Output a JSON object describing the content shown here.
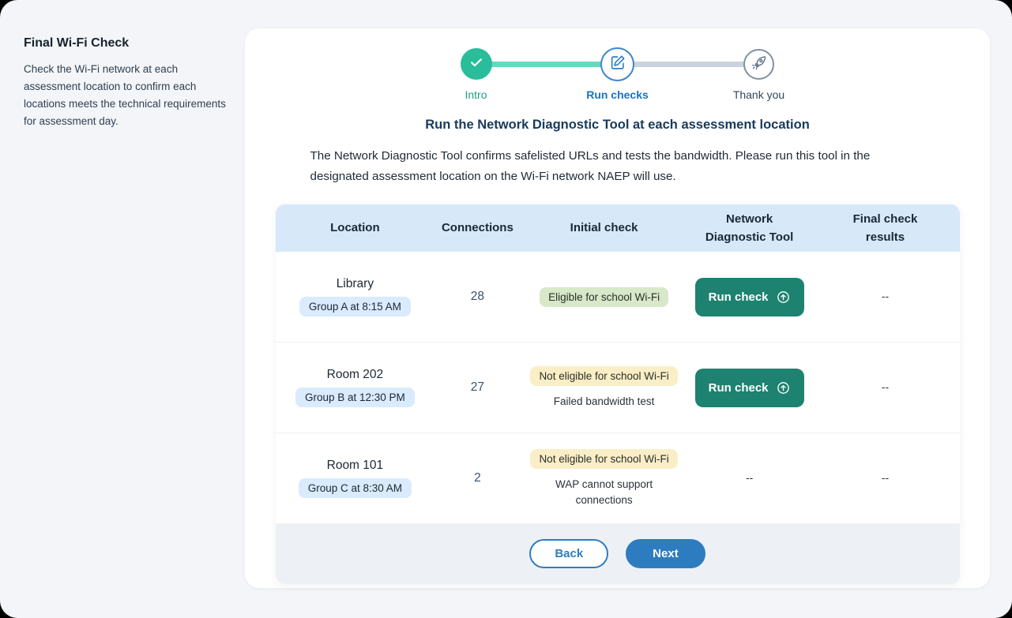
{
  "sidebar": {
    "title": "Final Wi-Fi Check",
    "description": "Check the Wi-Fi network at each assessment location to confirm each locations meets the technical requirements for assessment day."
  },
  "stepper": {
    "steps": [
      {
        "label": "Intro",
        "state": "complete",
        "icon": "check-icon"
      },
      {
        "label": "Run checks",
        "state": "current",
        "icon": "edit-icon"
      },
      {
        "label": "Thank you",
        "state": "upcoming",
        "icon": "rocket-icon"
      }
    ]
  },
  "main": {
    "title": "Run the Network Diagnostic Tool at each assessment location",
    "description": "The Network Diagnostic Tool confirms safelisted URLs and tests the bandwidth. Please run this tool in the designated assessment location on the Wi-Fi network NAEP will use."
  },
  "table": {
    "columns": [
      "Location",
      "Connections",
      "Initial check",
      "Network Diagnostic Tool",
      "Final check results"
    ],
    "rows": [
      {
        "location": "Library",
        "group": "Group A at 8:15 AM",
        "connections": "28",
        "initial_badge": "Eligible for school Wi-Fi",
        "initial_badge_type": "success",
        "initial_note": "",
        "action_label": "Run check",
        "action_icon": "arrow-up-circle-icon",
        "final_result": "--"
      },
      {
        "location": "Room 202",
        "group": "Group B at 12:30 PM",
        "connections": "27",
        "initial_badge": "Not eligible for school Wi-Fi",
        "initial_badge_type": "warning",
        "initial_note": "Failed bandwidth test",
        "action_label": "Run check",
        "action_icon": "arrow-up-circle-icon",
        "final_result": "--"
      },
      {
        "location": "Room 101",
        "group": "Group C at 8:30 AM",
        "connections": "2",
        "initial_badge": "Not eligible for school Wi-Fi",
        "initial_badge_type": "warning",
        "initial_note": "WAP cannot support connections",
        "action_label": "--",
        "action_icon": "",
        "final_result": "--"
      }
    ]
  },
  "footer": {
    "back_label": "Back",
    "next_label": "Next"
  },
  "colors": {
    "accent_blue": "#2e7cc0",
    "step_complete_green": "#29bd9a",
    "step_connector_green": "#66d9bc",
    "step_connector_gray": "#c9d3de",
    "run_check_teal": "#1d8270",
    "badge_success_bg": "#d7e9c9",
    "badge_warning_bg": "#faeec7",
    "group_pill_bg": "#d9ebfd",
    "table_header_bg": "#d7e8f8",
    "footer_bg": "#edf1f6",
    "page_bg": "#f3f5f8"
  }
}
